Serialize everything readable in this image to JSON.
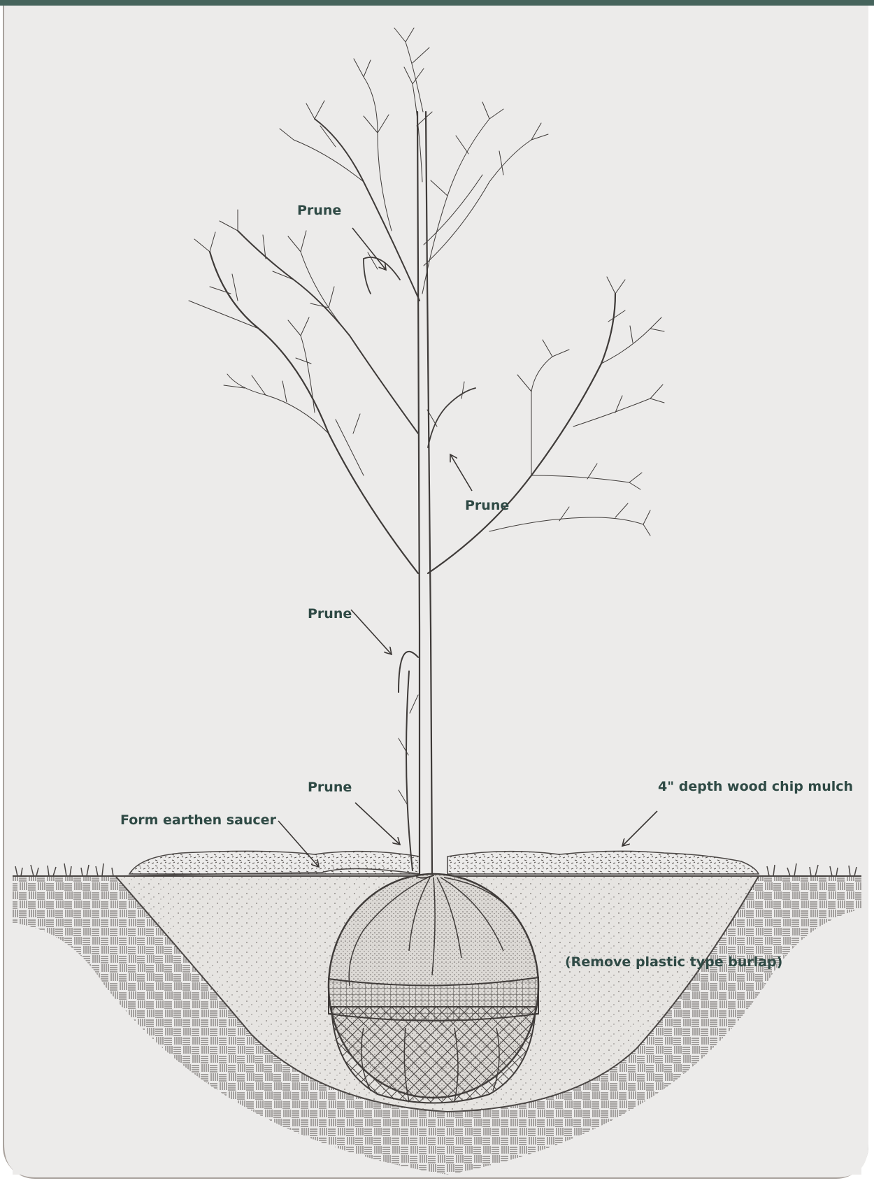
{
  "colors": {
    "header_bar": "#46645c",
    "panel_background": "#ecebea",
    "panel_border": "#a9a29d",
    "label_text": "#2f4a45",
    "line_art": "#4a4644",
    "planting_soil": "#e3e1de"
  },
  "labels": {
    "prune_1": "Prune",
    "prune_2": "Prune",
    "prune_3": "Prune",
    "prune_4": "Prune",
    "mulch": "4\" depth wood chip mulch",
    "saucer": "Form earthen saucer",
    "burlap": "(Remove plastic type burlap)"
  }
}
